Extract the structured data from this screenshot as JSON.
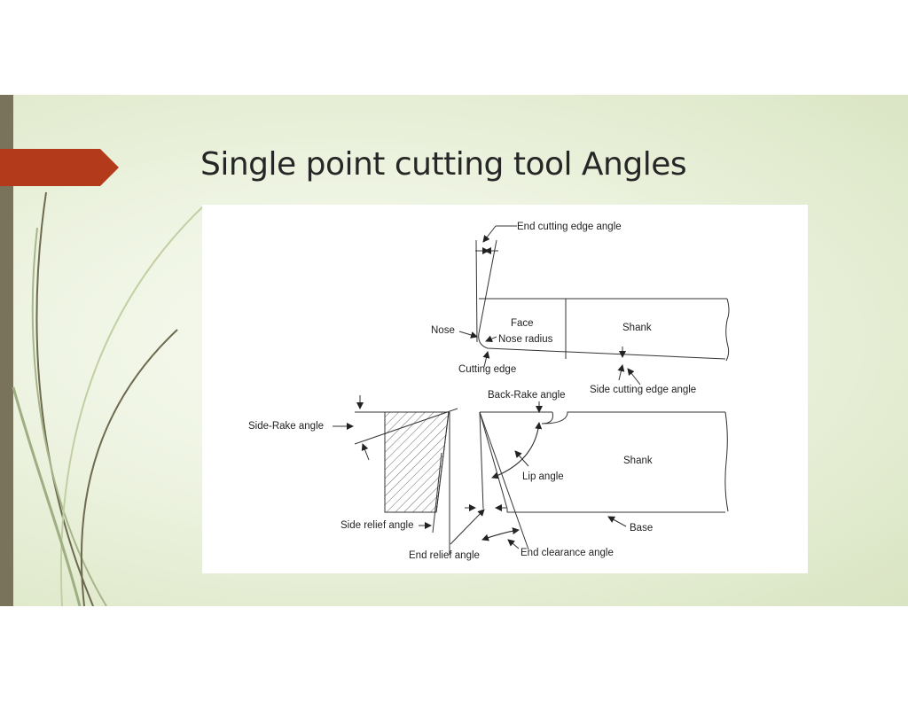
{
  "slide": {
    "title": "Single point cutting tool Angles"
  },
  "diagram": {
    "labels": {
      "end_cutting_edge_angle": "End cutting edge angle",
      "nose": "Nose",
      "face": "Face",
      "nose_radius": "Nose radius",
      "shank_top": "Shank",
      "cutting_edge": "Cutting edge",
      "side_cutting_edge_angle": "Side cutting edge angle",
      "back_rake_angle": "Back-Rake angle",
      "side_rake_angle": "Side-Rake angle",
      "shank_bottom": "Shank",
      "lip_angle": "Lip angle",
      "side_relief_angle": "Side relief angle",
      "base": "Base",
      "end_clearance_angle": "End clearance angle",
      "end_relief_angle": "End relief angle"
    }
  },
  "theme": {
    "accent_color": "#b33a1a",
    "sidebar_color": "#7a735c",
    "background_color": "#e8efd9"
  }
}
